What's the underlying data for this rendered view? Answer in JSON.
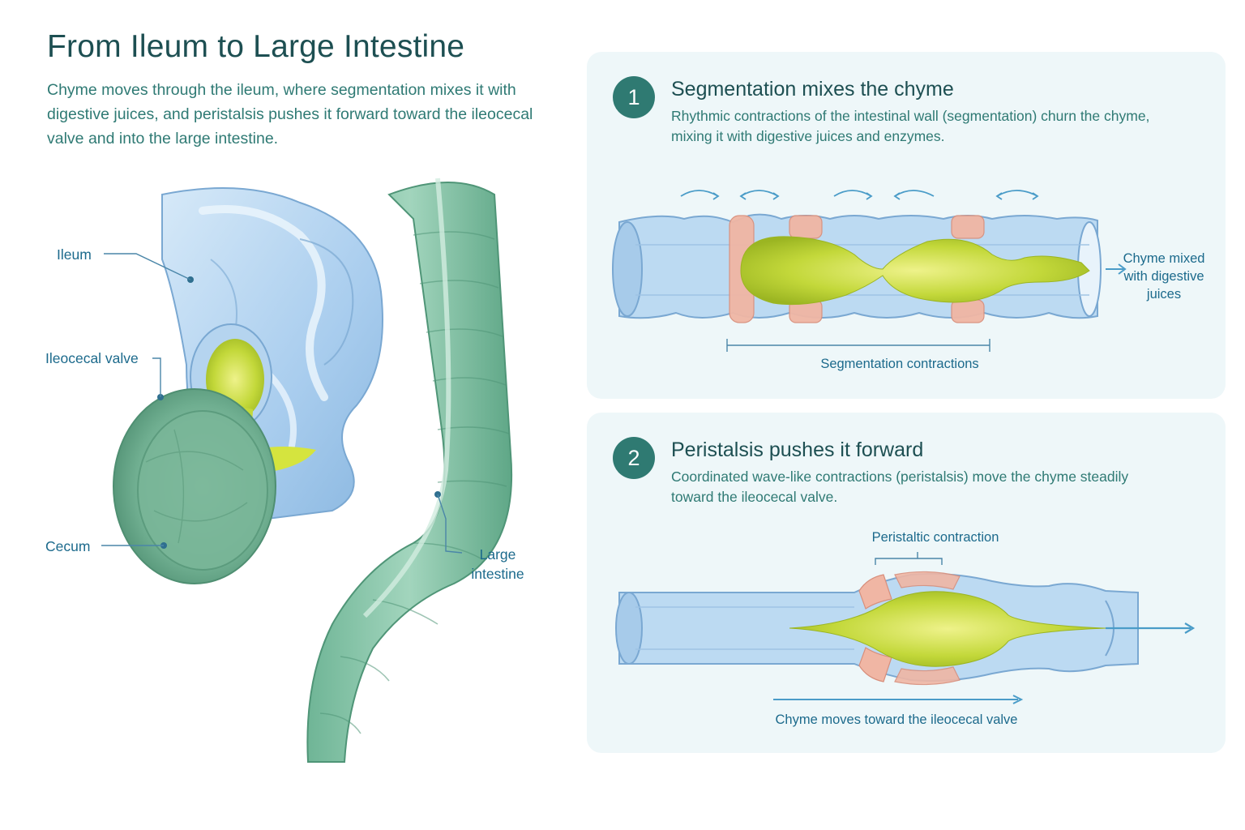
{
  "header": {
    "title": "From Ileum to Large Intestine",
    "intro": "Chyme moves through the ileum, where segmentation mixes it with digestive juices, and peristalsis pushes it forward toward the ileocecal valve and into the large intestine."
  },
  "anatomy": {
    "labels": {
      "ileum": "Ileum",
      "valve": "Ileocecal valve",
      "cecum": "Cecum",
      "large_intestine": "Large intestine"
    }
  },
  "steps": [
    {
      "number": "1",
      "title": "Segmentation mixes the chyme",
      "description": "Rhythmic contractions of the intestinal wall (segmentation) churn the chyme, mixing it with digestive juices and enzymes.",
      "bracket_label": "Segmentation contractions",
      "side_label": "Chyme mixed with digestive juices"
    },
    {
      "number": "2",
      "title": "Peristalsis pushes it forward",
      "description": "Coordinated wave-like contractions (peristalsis) move the chyme steadily toward the ileocecal valve.",
      "bracket_label": "Peristaltic contraction",
      "arrow_label": "Chyme moves toward the ileocecal valve"
    }
  ],
  "colors": {
    "small_intestine": "#bcdaf2",
    "large_intestine": "#8cc7ad",
    "chyme": "#b8d02c",
    "muscle": "#f0b6a4",
    "accent": "#2f7a72",
    "label": "#1c6a8c"
  }
}
